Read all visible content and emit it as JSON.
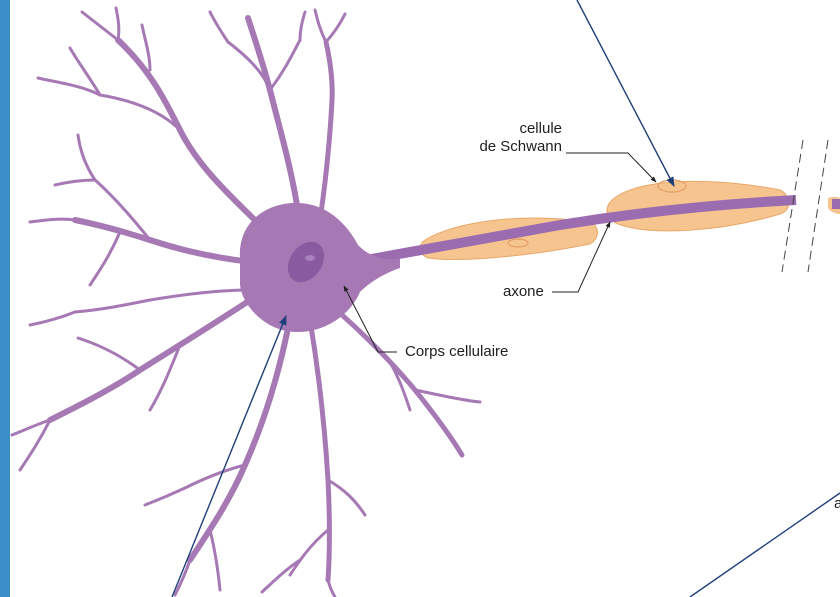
{
  "labels": {
    "schwann_line1": "cellule",
    "schwann_line2": "de Schwann",
    "axon": "axone",
    "cell_body": "Corps cellulaire",
    "edge_fragment": "a"
  },
  "colors": {
    "neuron": "#a679b5",
    "neuron_dark": "#8a5aa0",
    "nucleus": "#7a4a93",
    "schwann": "#f6c48f",
    "schwann_edge": "#e9a86a",
    "leader": "#222222",
    "annotation_arrow": "#1f3f78",
    "left_bar": "#3a8fc9"
  }
}
